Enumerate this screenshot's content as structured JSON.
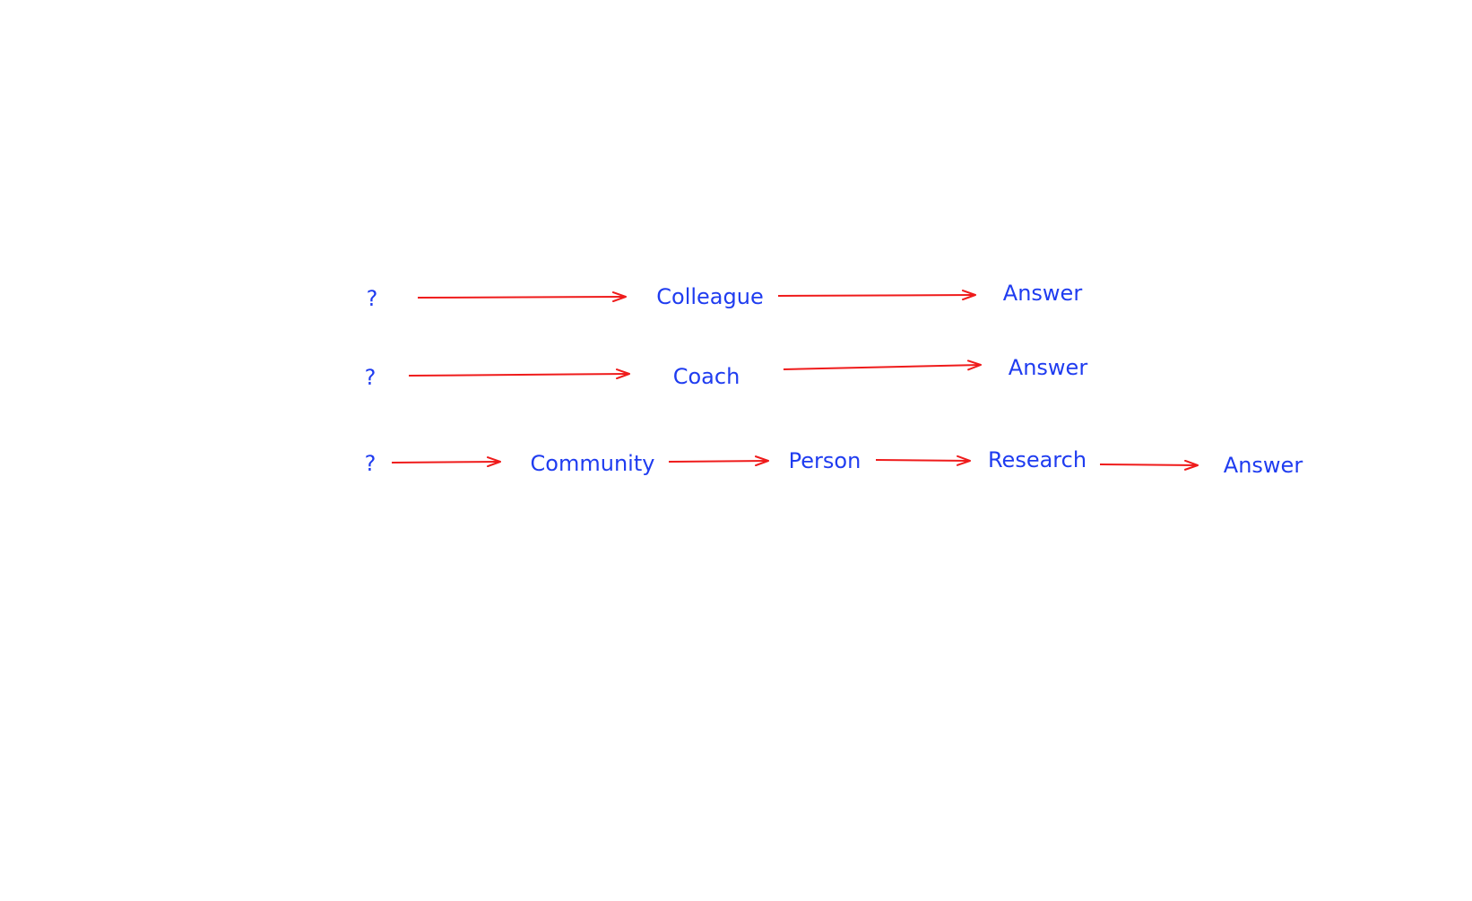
{
  "colors": {
    "label": "#1f3cf0",
    "arrow": "#ef1b1b",
    "background": "#ffffff"
  },
  "flows": [
    {
      "nodes": [
        "?",
        "Colleague",
        "Answer"
      ]
    },
    {
      "nodes": [
        "?",
        "Coach",
        "Answer"
      ]
    },
    {
      "nodes": [
        "?",
        "Community",
        "Person",
        "Research",
        "Answer"
      ]
    }
  ]
}
